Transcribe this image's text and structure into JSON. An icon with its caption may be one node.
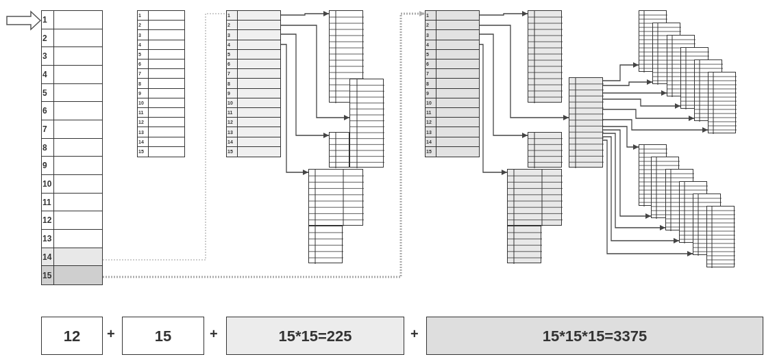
{
  "diagram": {
    "nodes": [
      {
        "text": [
          "1",
          "2",
          "3",
          "4",
          "5",
          "6",
          "7",
          "8",
          "9",
          "10",
          "11",
          "12",
          "13",
          "14",
          "15"
        ]
      },
      {
        "text": [
          "1",
          "2",
          "3",
          "4",
          "5",
          "6",
          "7",
          "8",
          "9",
          "10",
          "11",
          "12",
          "13",
          "14",
          "15"
        ]
      },
      {
        "text": [
          "1",
          "2",
          "3",
          "4",
          "5",
          "6",
          "7",
          "8",
          "9",
          "10",
          "11",
          "12",
          "13",
          "14",
          "15"
        ]
      },
      {
        "text": [],
        "shape": "table"
      },
      {
        "text": [],
        "shape": "table"
      },
      {
        "text": [],
        "shape": "table"
      },
      {
        "text": [],
        "shape": "table"
      },
      {
        "text": [
          "1",
          "2",
          "3",
          "4",
          "5",
          "6",
          "7",
          "8",
          "9",
          "10",
          "11",
          "12",
          "13",
          "14",
          "15"
        ]
      },
      {
        "text": [],
        "shape": "table"
      },
      {
        "text": [],
        "shape": "table"
      },
      {
        "text": [],
        "shape": "table"
      },
      {
        "text": [],
        "shape": "table"
      },
      {
        "text": [],
        "shape": "table"
      },
      {
        "text": [],
        "shape": "table"
      },
      {
        "text": [],
        "shape": "table"
      },
      {
        "text": [],
        "shape": "table"
      },
      {
        "text": [],
        "shape": "table"
      },
      {
        "text": [],
        "shape": "table"
      },
      {
        "text": [],
        "shape": "table"
      },
      {
        "text": [],
        "shape": "table"
      },
      {
        "text": [],
        "shape": "table"
      },
      {
        "text": [],
        "shape": "table"
      },
      {
        "text": [],
        "shape": "table"
      },
      {
        "text": [],
        "shape": "table"
      },
      {
        "text": [
          "12"
        ]
      },
      {
        "text": [
          "15"
        ]
      },
      {
        "text": [
          "15*15=225"
        ]
      },
      {
        "text": [
          "15*15*15=3375"
        ]
      }
    ],
    "edges": [
      {
        "from": null,
        "to": 0,
        "arrow": "to"
      },
      {
        "from": 0,
        "to": 2,
        "arrow": "none",
        "style": "dashed",
        "color": "#cccccc"
      },
      {
        "from": 0,
        "to": 7,
        "arrow": "to",
        "style": "dashed",
        "color": "#aaaaaa"
      },
      {
        "from": 2,
        "to": 3,
        "arrow": "to"
      },
      {
        "from": 2,
        "to": 4,
        "arrow": "to"
      },
      {
        "from": 2,
        "to": 5,
        "arrow": "to"
      },
      {
        "from": 2,
        "to": 6,
        "arrow": "to"
      },
      {
        "from": 7,
        "to": 8,
        "arrow": "to"
      },
      {
        "from": 7,
        "to": 9,
        "arrow": "to"
      },
      {
        "from": 7,
        "to": 10,
        "arrow": "to"
      },
      {
        "from": 7,
        "to": 11,
        "arrow": "to"
      },
      {
        "from": 9,
        "to": 12,
        "arrow": "to"
      },
      {
        "from": 9,
        "to": 13,
        "arrow": "to"
      },
      {
        "from": 9,
        "to": 14,
        "arrow": "to"
      },
      {
        "from": 9,
        "to": 15,
        "arrow": "to"
      },
      {
        "from": 9,
        "to": 16,
        "arrow": "to"
      },
      {
        "from": 9,
        "to": 17,
        "arrow": "to"
      },
      {
        "from": 9,
        "to": 18,
        "arrow": "to"
      },
      {
        "from": 9,
        "to": 19,
        "arrow": "to"
      },
      {
        "from": 9,
        "to": 20,
        "arrow": "to"
      },
      {
        "from": 9,
        "to": 21,
        "arrow": "to"
      },
      {
        "from": 9,
        "to": 22,
        "arrow": "to"
      }
    ],
    "labels": [
      "+",
      "+",
      "+"
    ]
  }
}
